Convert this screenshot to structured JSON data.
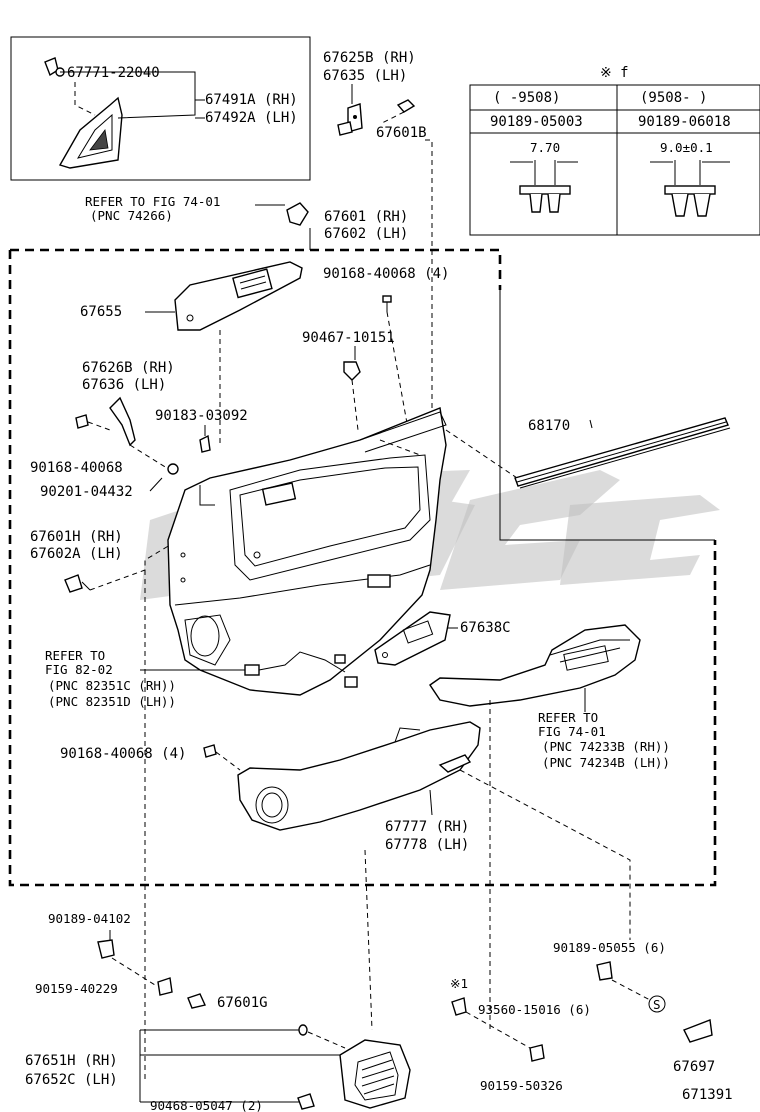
{
  "labels": {
    "p67771": "67771-22040",
    "p67491a": "67491A (RH)",
    "p67492a": "67492A (LH)",
    "p67625b": "67625B (RH)",
    "p67635": "67635 (LH)",
    "p67601b": "67601B",
    "refer1_a": "REFER TO FIG 74-01",
    "refer1_b": "(PNC 74266)",
    "p67601": "67601 (RH)",
    "p67602": "67602 (LH)",
    "p90168_top": "90168-40068 (4)",
    "p67655": "67655",
    "p90467": "90467-10151",
    "p67626b": "67626B (RH)",
    "p67636": "67636 (LH)",
    "p90183": "90183-03092",
    "p90168_mid": "90168-40068",
    "p90201": "90201-04432",
    "p68170": "68170",
    "p67601h": "67601H (RH)",
    "p67602a": "67602A (LH)",
    "p67638c": "67638C",
    "refer2_a": "REFER TO",
    "refer2_b": "FIG 82-02",
    "refer2_c": "(PNC 82351C (RH))",
    "refer2_d": "(PNC 82351D (LH))",
    "refer3_a": "REFER TO",
    "refer3_b": "FIG 74-01",
    "refer3_c": "(PNC 74233B (RH))",
    "refer3_d": "(PNC 74234B (LH))",
    "p90168_low": "90168-40068 (4)",
    "p67777": "67777 (RH)",
    "p67778": "67778 (LH)",
    "p90189_04102": "90189-04102",
    "p90159_40229": "90159-40229",
    "p67601g": "67601G",
    "p90189_05055": "90189-05055 (6)",
    "mark1": "※1",
    "p93560": "93560-15016 (6)",
    "p67651h": "67651H (RH)",
    "p67652c": "67652C (LH)",
    "p90468": "90468-05047 (2)",
    "p90159_50326": "90159-50326",
    "p67697": "67697",
    "figure_no": "671391",
    "s_mark": "S"
  },
  "spec_table": {
    "mark": "※ f",
    "col1_header": "(      -9508)",
    "col2_header": "(9508-      )",
    "col1_part": "90189-05003",
    "col2_part": "90189-06018",
    "col1_dim": "7.70",
    "col2_dim": "9.0±0.1"
  },
  "watermark": "cngc"
}
